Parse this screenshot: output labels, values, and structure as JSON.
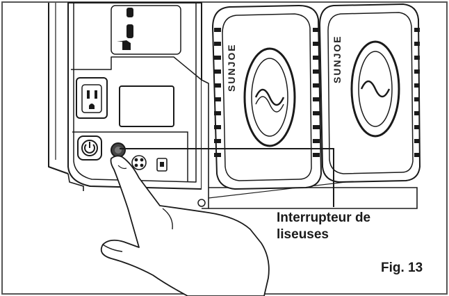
{
  "figure": {
    "callout_line1": "Interrupteur de",
    "callout_line2": "liseuses",
    "label": "Fig. 13"
  },
  "brand": {
    "battery_text": "SUNJOE"
  },
  "colors": {
    "ink": "#1a1a1a",
    "border": "#555555",
    "background": "#ffffff"
  },
  "icons": [
    "power-icon",
    "outlet-icon",
    "finger-hand-icon"
  ]
}
